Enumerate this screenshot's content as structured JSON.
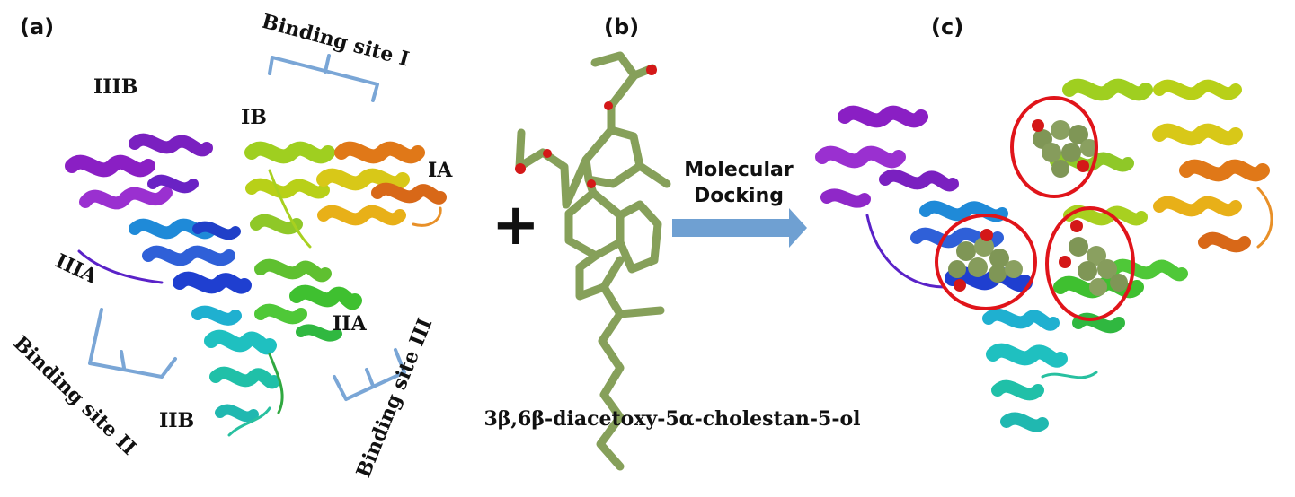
{
  "panels": {
    "a": "(a)",
    "b": "(b)",
    "c": "(c)"
  },
  "domains": {
    "IIIB": "IIIB",
    "IB": "IB",
    "IA": "IA",
    "IIIA": "IIIA",
    "IIA": "IIA",
    "IIB": "IIB"
  },
  "binding_sites": {
    "site1": "Binding site I",
    "site2": "Binding site II",
    "site3": "Binding site III"
  },
  "plus_sign": "+",
  "arrow": {
    "line1": "Molecular",
    "line2": "Docking",
    "color": "#6fa0d2"
  },
  "compound_name": "3β,6β-diacetoxy-5α-cholestan-5-ol",
  "colors": {
    "purple": "#8a1fc4",
    "violet": "#5a22c8",
    "blue": "#1f3fd0",
    "skyblue": "#1f8ad8",
    "cyan": "#1fc0c0",
    "green": "#3fc030",
    "lime": "#9fcf20",
    "yellow": "#d8c818",
    "orange": "#e07818",
    "ligand": "#86a05a",
    "circle": "#e0141a",
    "bracket": "#7aa6d6"
  }
}
